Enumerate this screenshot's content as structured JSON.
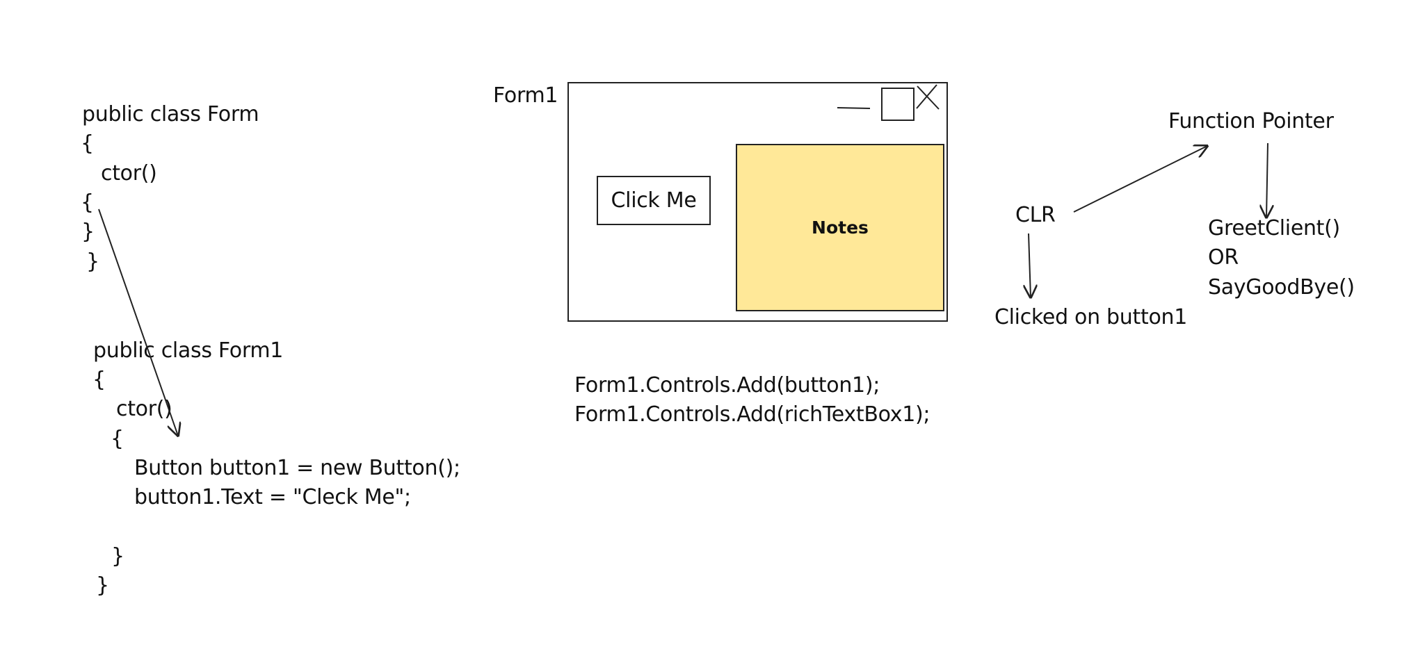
{
  "code_form": {
    "lines": [
      "public class Form",
      "{",
      "ctor()",
      "{",
      "}",
      "}"
    ]
  },
  "code_form1": {
    "lines": [
      "public class Form1",
      "{",
      "ctor()",
      "{",
      "Button button1 = new Button();",
      "button1.Text = \"Cleck Me\";",
      "}",
      "}"
    ]
  },
  "window": {
    "title": "Form1",
    "button_label": "Click Me",
    "notes_label": "Notes",
    "notes_color": "#ffe898"
  },
  "controls_add": {
    "lines": [
      "Form1.Controls.Add(button1);",
      "Form1.Controls.Add(richTextBox1);"
    ]
  },
  "flow": {
    "clr": "CLR",
    "function_pointer": "Function Pointer",
    "clicked": "Clicked on button1",
    "targets": [
      "GreetClient()",
      "OR",
      "SayGoodBye()"
    ]
  }
}
